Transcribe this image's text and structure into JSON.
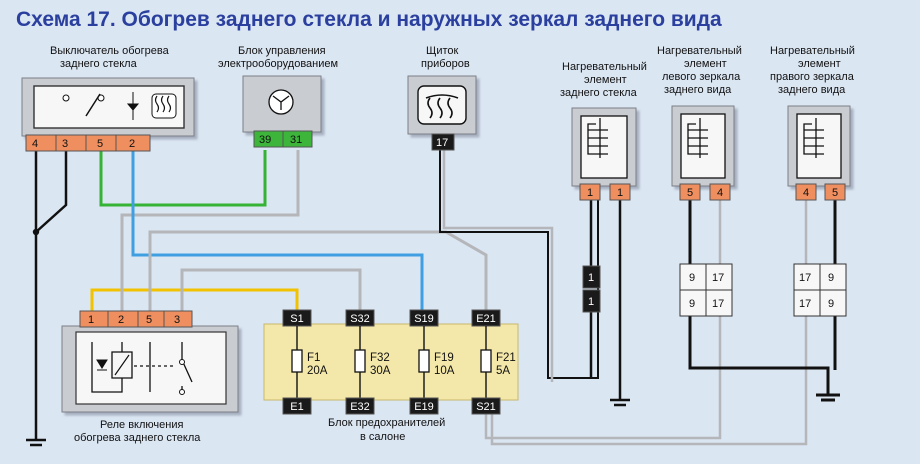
{
  "title": "Схема 17. Обогрев заднего стекла и наружных зеркал заднего вида",
  "colors": {
    "background": "#dbe6f3",
    "title": "#2a3f9e",
    "component": "#c9ccd1",
    "fuse_block": "#f3e8a9",
    "pin_orange": "#ef8e5e",
    "pin_green": "#3cb53a",
    "wire_yellow": "#f2c200",
    "wire_green": "#35b335",
    "wire_blue": "#3f9fe0",
    "wire_gray": "#b4b6ba",
    "wire_black": "#111111"
  },
  "components": {
    "switch": {
      "label": [
        "Выключатель обогрева",
        "заднего стекла"
      ],
      "pins": [
        "4",
        "3",
        "5",
        "2"
      ]
    },
    "control_unit": {
      "label": [
        "Блок управления",
        "электрооборудованием"
      ],
      "pins": [
        "39",
        "31"
      ]
    },
    "cluster": {
      "label": [
        "Щиток",
        "приборов"
      ],
      "pin": "17"
    },
    "rear_heater": {
      "label": [
        "Нагревательный",
        "элемент",
        "заднего стекла"
      ],
      "pins": [
        "1",
        "1"
      ]
    },
    "left_mirror": {
      "label": [
        "Нагревательный",
        "элемент",
        "левого зеркала",
        "заднего вида"
      ],
      "pins": [
        "5",
        "4"
      ]
    },
    "right_mirror": {
      "label": [
        "Нагревательный",
        "элемент",
        "правого зеркала",
        "заднего вида"
      ],
      "pins": [
        "4",
        "5"
      ]
    },
    "relay": {
      "label": [
        "Реле включения",
        "обогрева заднего стекла"
      ],
      "pins": [
        "1",
        "2",
        "5",
        "3"
      ]
    },
    "fuse_block": {
      "label": [
        "Блок предохранителей",
        "в салоне"
      ],
      "fuses": [
        {
          "top": "S1",
          "name": "F1",
          "rating": "20A",
          "bottom": "E1"
        },
        {
          "top": "S32",
          "name": "F32",
          "rating": "30A",
          "bottom": "E32"
        },
        {
          "top": "S19",
          "name": "F19",
          "rating": "10A",
          "bottom": "E19"
        },
        {
          "top": "E21",
          "name": "F21",
          "rating": "5A",
          "bottom": "S21"
        }
      ]
    }
  },
  "connectors": {
    "rear_inline": [
      "1",
      "1"
    ],
    "left_inline": [
      [
        "9",
        "17"
      ],
      [
        "9",
        "17"
      ]
    ],
    "right_inline": [
      [
        "17",
        "9"
      ],
      [
        "17",
        "9"
      ]
    ]
  }
}
